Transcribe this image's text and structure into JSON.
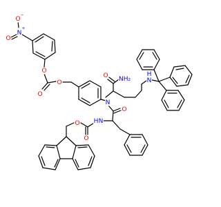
{
  "colors": {
    "bond": "#000000",
    "oxygen": "#ff0000",
    "nitrogen": "#0000ff",
    "carbon": "#000000",
    "background": "#ffffff"
  },
  "molecule": {
    "atom_labels": {
      "nitro_n": "N",
      "nitro_n_charge": "+",
      "nitro_o_minus": "O",
      "nitro_o_minus_charge": "−",
      "nitro_o_double": "O",
      "carbonate_o_aryl": "O",
      "carbonate_o_carbonyl": "O",
      "carbonate_o_benzyl": "O",
      "anilide_n": "N",
      "amide_o": "O",
      "amide_nh2": "NH₂",
      "amine_n": "N",
      "amine_h": "H",
      "anilide_carbonyl_o": "O",
      "carbamate_nh": "N",
      "carbamate_h": "H",
      "carbamate_o_carbonyl": "O",
      "carbamate_o_ester": "O"
    }
  }
}
